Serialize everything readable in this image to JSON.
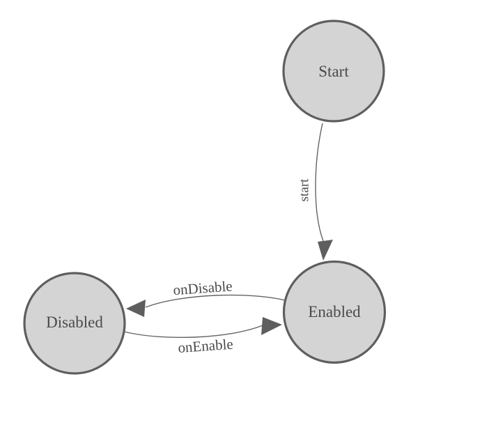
{
  "diagram": {
    "type": "state-machine",
    "background_color": "#ffffff",
    "node_fill_color": "#d4d4d4",
    "node_stroke_color": "#5e5e5e",
    "edge_color": "#646464",
    "text_color": "#4a4a4a",
    "nodes": [
      {
        "id": "start",
        "label": "Start"
      },
      {
        "id": "enabled",
        "label": "Enabled"
      },
      {
        "id": "disabled",
        "label": "Disabled"
      }
    ],
    "edges": [
      {
        "from": "start",
        "to": "enabled",
        "label": "start"
      },
      {
        "from": "enabled",
        "to": "disabled",
        "label": "onDisable"
      },
      {
        "from": "disabled",
        "to": "enabled",
        "label": "onEnable"
      }
    ]
  }
}
